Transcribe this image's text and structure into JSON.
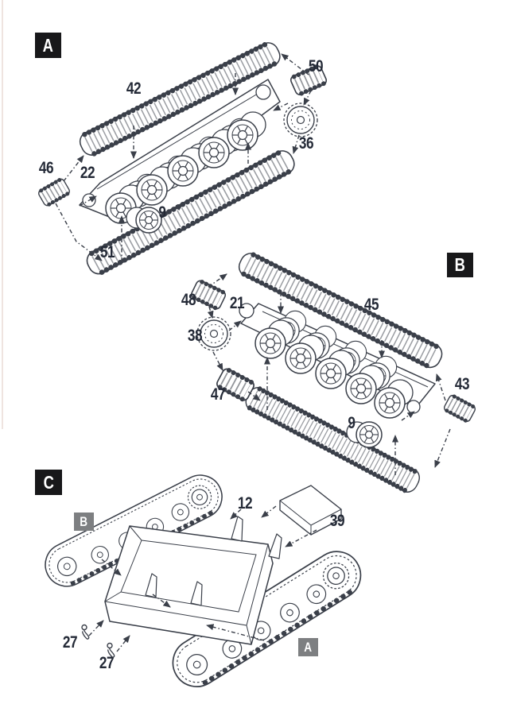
{
  "document": {
    "type": "model-kit-assembly-instructions",
    "visible_steps": [
      "A",
      "B",
      "C"
    ]
  },
  "markers": {
    "a": "A",
    "b": "B",
    "c": "C",
    "c_left_track": "B",
    "c_right_track": "A"
  },
  "parts": {
    "a42": "42",
    "a50": "50",
    "a36": "36",
    "a46": "46",
    "a22": "22",
    "a9": "9",
    "a51": "51",
    "b48": "48",
    "b21": "21",
    "b38": "38",
    "b45": "45",
    "b47": "47",
    "b43": "43",
    "b9": "9",
    "c12": "12",
    "c39": "39",
    "c27_upper": "27",
    "c27_lower": "27"
  },
  "colors": {
    "ink": "#3a3f49",
    "number": "#242a37",
    "marker-black": "#18181a",
    "marker-gray": "#7d7f81",
    "marker-text": "#ffffff",
    "bg": "#ffffff"
  }
}
